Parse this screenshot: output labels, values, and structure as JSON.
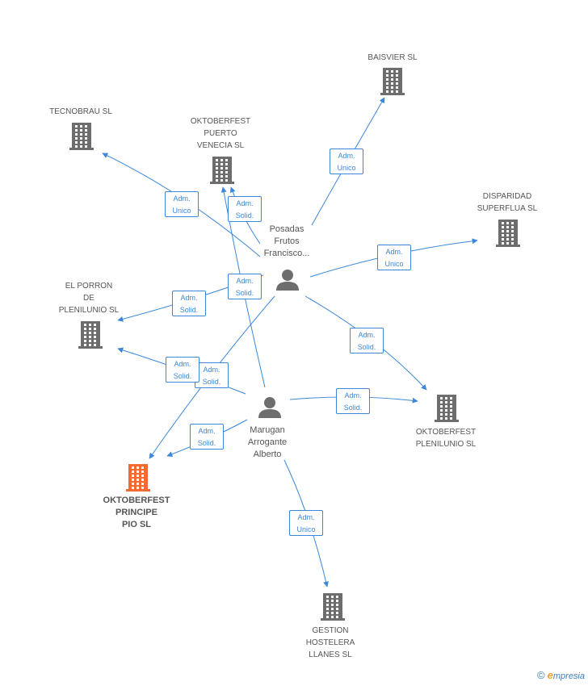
{
  "companies": [
    {
      "id": "baisvier",
      "lines": [
        "BAISVIER SL"
      ],
      "color": "#6d6d6d",
      "focus": false
    },
    {
      "id": "tecnobrau",
      "lines": [
        "TECNOBRAU SL"
      ],
      "color": "#6d6d6d",
      "focus": false
    },
    {
      "id": "oktoberfest-puerto-venecia",
      "lines": [
        "OKTOBERFEST",
        "PUERTO",
        "VENECIA SL"
      ],
      "color": "#6d6d6d",
      "focus": false
    },
    {
      "id": "disparidad-superflua",
      "lines": [
        "DISPARIDAD",
        "SUPERFLUA SL"
      ],
      "color": "#6d6d6d",
      "focus": false
    },
    {
      "id": "el-porron",
      "lines": [
        "EL PORRON",
        "DE",
        "PLENILUNIO SL"
      ],
      "color": "#6d6d6d",
      "focus": false
    },
    {
      "id": "oktoberfest-plenilunio",
      "lines": [
        "OKTOBERFEST",
        "PLENILUNIO SL"
      ],
      "color": "#6d6d6d",
      "focus": false
    },
    {
      "id": "oktoberfest-principe-pio",
      "lines": [
        "OKTOBERFEST",
        "PRINCIPE",
        "PIO SL"
      ],
      "color": "#f26a35",
      "focus": true
    },
    {
      "id": "gestion-hostelera",
      "lines": [
        "GESTION",
        "HOSTELERA",
        "LLANES SL"
      ],
      "color": "#6d6d6d",
      "focus": false
    }
  ],
  "persons": [
    {
      "id": "posadas",
      "lines": [
        "Posadas",
        "Frutos",
        "Francisco..."
      ]
    },
    {
      "id": "marugan",
      "lines": [
        "Marugan",
        "Arrogante",
        "Alberto"
      ]
    }
  ],
  "roles": [
    {
      "from": "posadas",
      "to": "baisvier",
      "lines": [
        "Adm.",
        "Unico"
      ]
    },
    {
      "from": "posadas",
      "to": "tecnobrau",
      "lines": [
        "Adm.",
        "Unico"
      ]
    },
    {
      "from": "posadas",
      "to": "oktoberfest-puerto-venecia",
      "lines": [
        "Adm.",
        "Solid."
      ]
    },
    {
      "from": "posadas",
      "to": "disparidad-superflua",
      "lines": [
        "Adm.",
        "Unico"
      ]
    },
    {
      "from": "posadas",
      "to": "el-porron",
      "lines": [
        "Adm.",
        "Solid."
      ]
    },
    {
      "from": "posadas",
      "to": "oktoberfest-plenilunio",
      "lines": [
        "Adm.",
        "Solid."
      ]
    },
    {
      "from": "posadas",
      "to": "oktoberfest-principe-pio",
      "lines": [
        "Adm.",
        "Solid."
      ]
    },
    {
      "from": "marugan",
      "to": "oktoberfest-puerto-venecia",
      "lines": [
        "Adm.",
        "Solid."
      ]
    },
    {
      "from": "marugan",
      "to": "el-porron",
      "lines": [
        "Adm.",
        "Solid."
      ]
    },
    {
      "from": "marugan",
      "to": "oktoberfest-plenilunio",
      "lines": [
        "Adm.",
        "Solid."
      ]
    },
    {
      "from": "marugan",
      "to": "oktoberfest-principe-pio",
      "lines": [
        "Adm.",
        "Solid."
      ]
    },
    {
      "from": "marugan",
      "to": "gestion-hostelera",
      "lines": [
        "Adm.",
        "Unico"
      ]
    }
  ],
  "colors": {
    "edge": "#3c87d9",
    "person": "#6d6d6d",
    "building": "#6d6d6d",
    "focus": "#f26a35"
  },
  "icons": {
    "company": "building-icon",
    "person": "person-icon"
  },
  "branding": {
    "copyright": "©",
    "name_first": "e",
    "name_rest": "mpresia"
  }
}
